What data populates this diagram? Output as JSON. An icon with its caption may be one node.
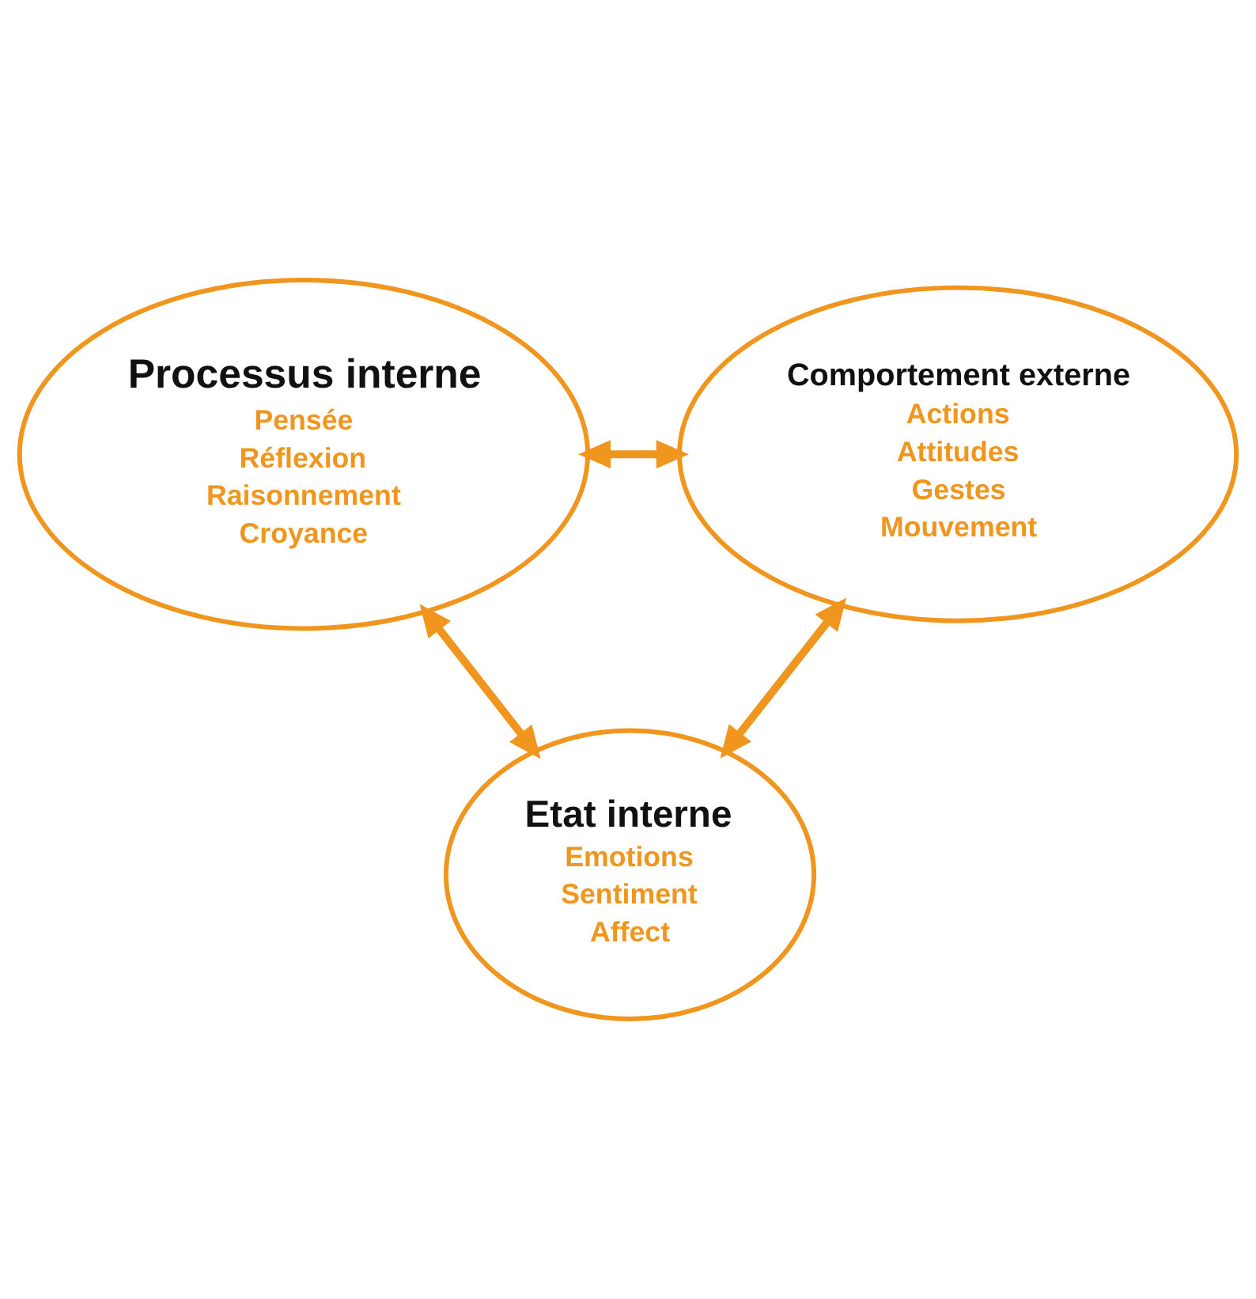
{
  "diagram": {
    "nodes": [
      {
        "text": [
          "Processus interne",
          "Pensée",
          "Réflexion",
          "Raisonnement",
          "Croyance"
        ]
      },
      {
        "text": [
          "Comportement externe",
          "Actions",
          "Attitudes",
          "Gestes",
          "Mouvement"
        ]
      },
      {
        "text": [
          "Etat interne",
          "Emotions",
          "Sentiment",
          "Affect"
        ]
      }
    ],
    "edges": [
      {
        "from": 0,
        "to": 1,
        "arrow": "both"
      },
      {
        "from": 0,
        "to": 2,
        "arrow": "both"
      },
      {
        "from": 1,
        "to": 2,
        "arrow": "both"
      }
    ]
  }
}
